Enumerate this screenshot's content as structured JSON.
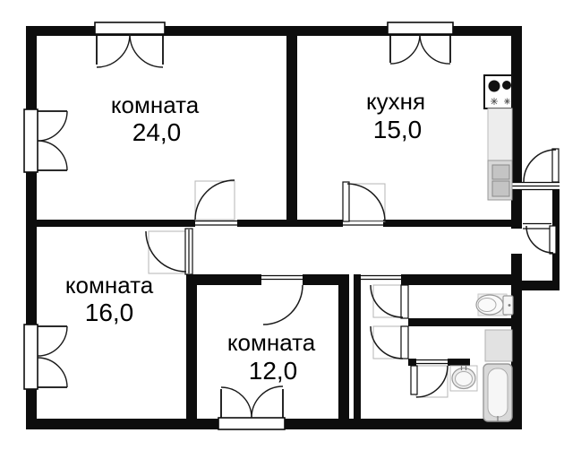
{
  "rooms": [
    {
      "label": "комната",
      "area": "24,0"
    },
    {
      "label": "кухня",
      "area": "15,0"
    },
    {
      "label": "комната",
      "area": "16,0"
    },
    {
      "label": "комната",
      "area": "12,0"
    }
  ],
  "fixtures": {
    "stove": "stove-icon",
    "kitchen_counter": "kitchen-counter",
    "sink_cabinet": "sink-cabinet",
    "toilet": "toilet-icon",
    "washer_box": "washer-box",
    "bath_sink": "round-sink-icon",
    "bathtub": "bathtub-icon"
  },
  "colors": {
    "walls": "#0d0d0d",
    "fixture_outline": "#999999",
    "fixture_fill": "#e8e8e8",
    "swing_box": "#b5b5b5",
    "background": "#ffffff"
  }
}
